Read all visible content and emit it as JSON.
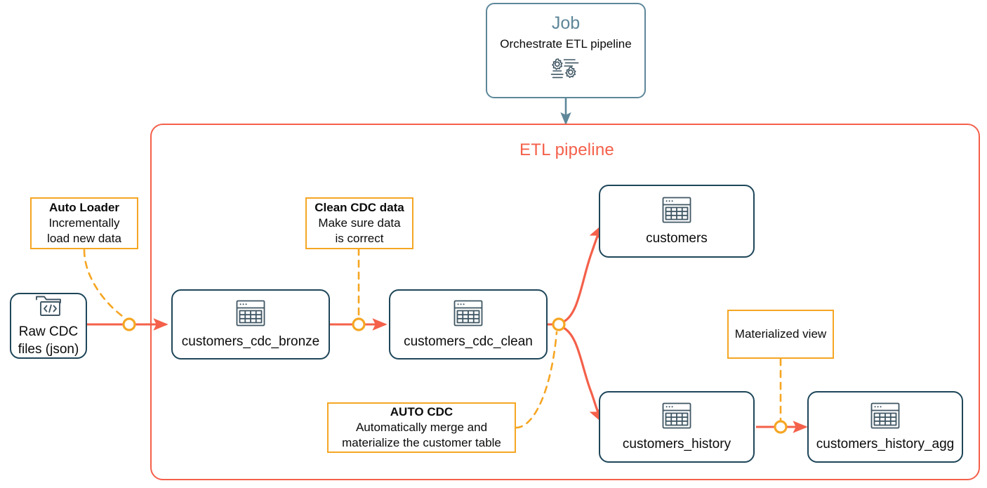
{
  "diagram": {
    "title": "ETL pipeline",
    "colors": {
      "pipeline_border": "#F4604A",
      "pipeline_title": "#F4604A",
      "flow_arrow": "#F4604A",
      "node_border": "#1E4659",
      "job_border": "#5E8799",
      "job_title": "#5E8799",
      "note_border": "#F5A623",
      "note_dashed": "#F5A623",
      "joint_ring": "#F5A623",
      "text": "#0b0b0b",
      "background": "#ffffff"
    }
  },
  "job": {
    "title": "Job",
    "subtitle": "Orchestrate ETL pipeline",
    "icon": "gears-workflow-icon"
  },
  "nodes": [
    {
      "id": "raw-cdc-files",
      "label": "Raw CDC\nfiles (json)",
      "label_line1": "Raw CDC",
      "label_line2": "files (json)",
      "icon": "folder-code-icon"
    },
    {
      "id": "customers-cdc-bronze",
      "label": "customers_cdc_bronze",
      "icon": "table-icon"
    },
    {
      "id": "customers-cdc-clean",
      "label": "customers_cdc_clean",
      "icon": "table-icon"
    },
    {
      "id": "customers",
      "label": "customers",
      "icon": "table-icon"
    },
    {
      "id": "customers-history",
      "label": "customers_history",
      "icon": "table-icon"
    },
    {
      "id": "customers-history-agg",
      "label": "customers_history_agg",
      "icon": "table-icon"
    }
  ],
  "notes": [
    {
      "id": "auto-loader",
      "title": "Auto Loader",
      "body_line1": "Incrementally",
      "body_line2": "load new data"
    },
    {
      "id": "clean-cdc-data",
      "title": "Clean CDC data",
      "body_line1": "Make sure data",
      "body_line2": "is correct"
    },
    {
      "id": "auto-cdc",
      "title": "AUTO CDC",
      "body_line1": "Automatically merge and",
      "body_line2": "materialize the customer table"
    },
    {
      "id": "materialized-view",
      "title": "",
      "body_line1": "Materialized view",
      "body_line2": ""
    }
  ]
}
